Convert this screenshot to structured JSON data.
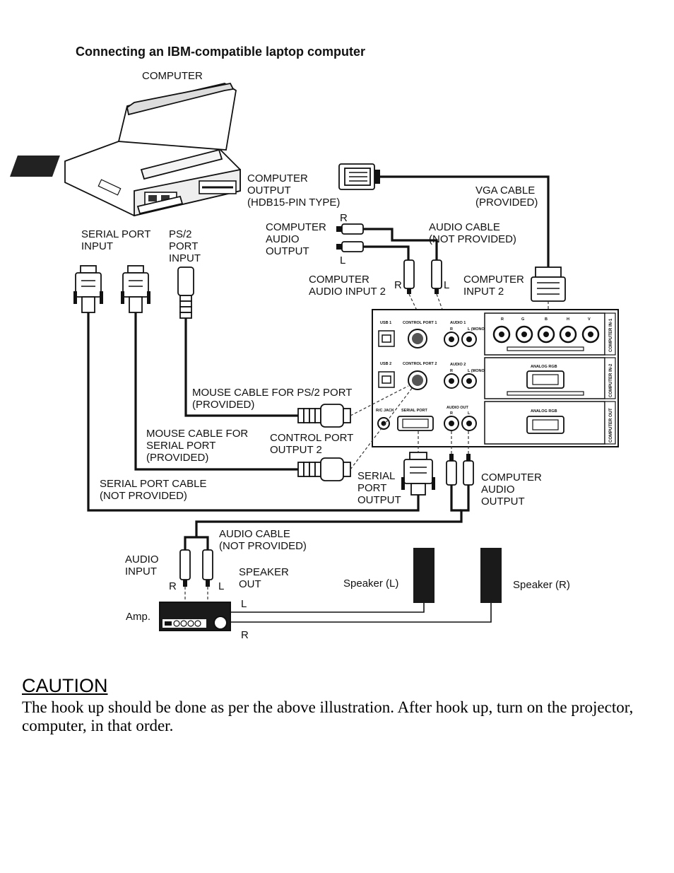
{
  "diagram": {
    "title": "Connecting an IBM-compatible laptop computer",
    "labels": {
      "computer": "COMPUTER",
      "computer_output": [
        "COMPUTER",
        "OUTPUT",
        "(HDB15-PIN TYPE)"
      ],
      "vga_cable": [
        "VGA CABLE",
        "(PROVIDED)"
      ],
      "serial_port_input": [
        "SERIAL PORT",
        "INPUT"
      ],
      "ps2_port_input": [
        "PS/2",
        "PORT",
        "INPUT"
      ],
      "computer_audio_output_top": [
        "COMPUTER",
        "AUDIO",
        "OUTPUT"
      ],
      "r_top": "R",
      "l_top": "L",
      "audio_cable_top": [
        "AUDIO CABLE",
        "(NOT PROVIDED)"
      ],
      "computer_audio_input_2": [
        "COMPUTER",
        "AUDIO INPUT 2"
      ],
      "r_input2": "R",
      "l_input2": "L",
      "computer_input_2": [
        "COMPUTER",
        "INPUT 2"
      ],
      "mouse_cable_ps2": [
        "MOUSE CABLE FOR PS/2 PORT",
        "(PROVIDED)"
      ],
      "mouse_cable_serial": [
        "MOUSE CABLE FOR",
        "SERIAL PORT",
        "(PROVIDED)"
      ],
      "control_port_output_2": [
        "CONTROL PORT",
        "OUTPUT 2"
      ],
      "serial_port_cable": [
        "SERIAL PORT CABLE",
        "(NOT PROVIDED)"
      ],
      "serial_port_output": [
        "SERIAL",
        "PORT",
        "OUTPUT"
      ],
      "computer_audio_output_bottom": [
        "COMPUTER",
        "AUDIO",
        "OUTPUT"
      ],
      "audio_cable_bottom": [
        "AUDIO CABLE",
        "(NOT PROVIDED)"
      ],
      "audio_input": [
        "AUDIO",
        "INPUT"
      ],
      "r_amp": "R",
      "l_amp": "L",
      "speaker_out": [
        "SPEAKER",
        "OUT"
      ],
      "speaker_l": "Speaker (L)",
      "speaker_r": "Speaker (R)",
      "amp": "Amp.",
      "l_wire": "L",
      "r_wire": "R"
    },
    "panel": {
      "usb1": "USB 1",
      "usb2": "USB 2",
      "control_port_1": "CONTROL PORT 1",
      "control_port_2": "CONTROL PORT 2",
      "audio1": "AUDIO 1",
      "audio2": "AUDIO 2",
      "audio_out": "AUDIO OUT",
      "r": "R",
      "l_mono": "L (MONO)",
      "l": "L",
      "rc_jack": "R/C JACK",
      "serial_port": "SERIAL PORT",
      "bnc": [
        "R",
        "G",
        "B",
        "H",
        "V"
      ],
      "analog_rgb": "ANALOG RGB",
      "computer_in_1": "COMPUTER IN-1",
      "computer_in_2": "COMPUTER IN-2",
      "computer_out": "COMPUTER OUT"
    }
  },
  "caution": {
    "heading": "CAUTION",
    "text": "The hook up should be done as per the above illustration. After hook up, turn on the projector, computer, in that order."
  }
}
